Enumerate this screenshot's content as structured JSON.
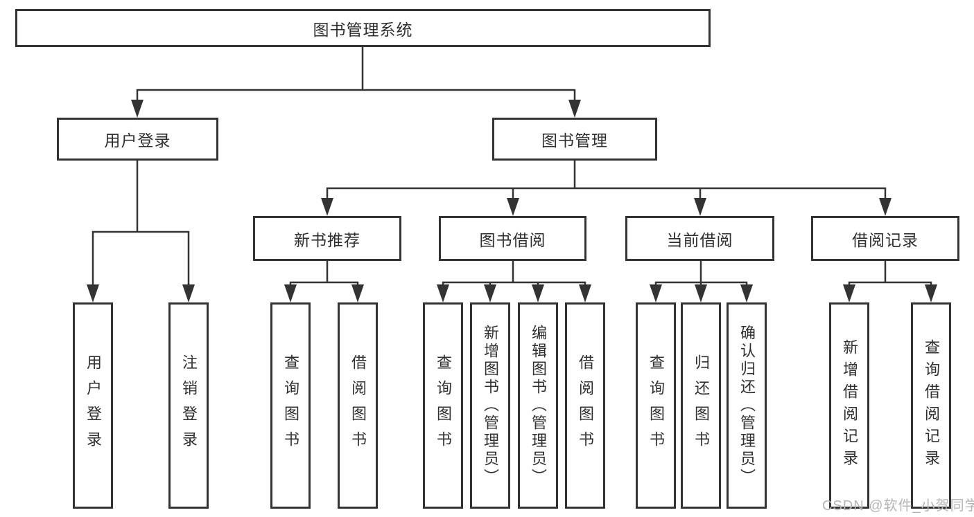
{
  "diagram": {
    "title": "图书管理系统",
    "root": {
      "label": "图书管理系统"
    },
    "level2": {
      "user_login": {
        "label": "用户登录"
      },
      "book_management": {
        "label": "图书管理"
      }
    },
    "level3": {
      "new_books": {
        "label": "新书推荐"
      },
      "book_borrow": {
        "label": "图书借阅"
      },
      "current_borrow": {
        "label": "当前借阅"
      },
      "borrow_records": {
        "label": "借阅记录"
      }
    },
    "leaves": {
      "user_login": [
        "用户登录",
        "注销登录"
      ],
      "new_books": [
        "查询图书",
        "借阅图书"
      ],
      "book_borrow": [
        "查询图书",
        "新增图书（管理员）",
        "编辑图书（管理员）",
        "借阅图书"
      ],
      "current_borrow": [
        "查询图书",
        "归还图书",
        "确认归还（管理员）"
      ],
      "borrow_records": [
        "新增借阅记录",
        "查询借阅记录"
      ]
    },
    "colors": {
      "line": "#333333",
      "box_border": "#333333",
      "text": "#2f2f2f",
      "background": "#ffffff",
      "watermark": "#b5b5b5"
    },
    "watermark": "CSDN @软件_小贺同学"
  }
}
